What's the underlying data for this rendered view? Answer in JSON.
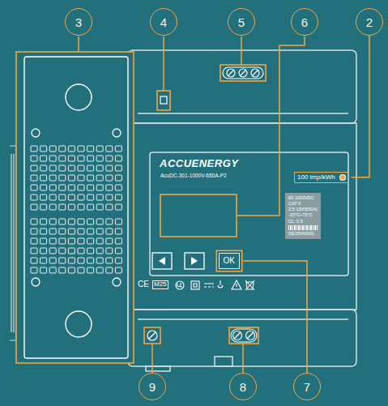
{
  "diagram": {
    "nodes": [
      {
        "text": [
          "3"
        ]
      },
      {
        "text": [
          "4"
        ]
      },
      {
        "text": [
          "5"
        ]
      },
      {
        "text": [
          "6"
        ]
      },
      {
        "text": [
          "2"
        ]
      },
      {
        "text": [
          "100 imp/kWh"
        ]
      },
      {
        "text": [
          "60-1000VDC",
          "CAT II",
          "2.5-13V(650A)",
          "-25°C~70°C",
          "CL: 0.5",
          "DE15040001"
        ]
      },
      {
        "text": [
          "OK"
        ]
      },
      {
        "text": [
          "9"
        ]
      },
      {
        "text": [
          "8"
        ]
      },
      {
        "text": [
          "7"
        ]
      }
    ],
    "edges": [
      {
        "from": 4,
        "to": 5,
        "arrow": "none"
      },
      {
        "from": 10,
        "to": 7,
        "arrow": "none"
      }
    ],
    "labels": [
      "ACCUENERGY",
      "AcuDC-301-1000V-650A-P2",
      "CE",
      "M25"
    ]
  }
}
